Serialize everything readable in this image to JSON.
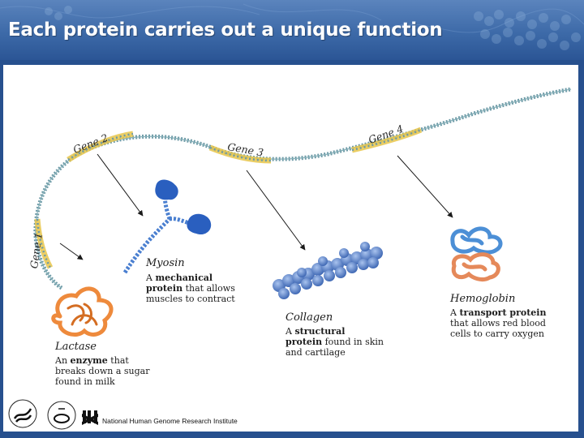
{
  "slide": {
    "title": "Each protein carries out a unique function"
  },
  "genes": {
    "gene1": "Gene 1",
    "gene2": "Gene 2",
    "gene3": "Gene 3",
    "gene4": "Gene 4"
  },
  "proteins": {
    "myosin": {
      "name": "Myosin",
      "desc_pre": "A ",
      "desc_bold": "mechanical protein",
      "desc_post": " that allows muscles to contract"
    },
    "lactase": {
      "name": "Lactase",
      "desc_pre": "An ",
      "desc_bold": "enzyme",
      "desc_post": " that breaks down a sugar found in milk"
    },
    "collagen": {
      "name": "Collagen",
      "desc_pre": "A ",
      "desc_bold": "structural protein",
      "desc_post": " found in skin and cartilage"
    },
    "hemoglobin": {
      "name": "Hemoglobin",
      "desc_pre": "A ",
      "desc_bold": "transport protein",
      "desc_post": " that allows red blood cells to carry oxygen"
    }
  },
  "footer": {
    "institute": "National Human Genome Research Institute"
  },
  "colors": {
    "header": "#3d6aa8",
    "dna_strand": "#6d9aa6",
    "gene_band": "#e8c64a",
    "myosin_blue": "#2a5fbf",
    "lactase_orange": "#ee8a3c",
    "collagen_blue": "#5b82c8",
    "hemoglobin_blue": "#4c8fd6",
    "hemoglobin_orange": "#e5895a"
  }
}
